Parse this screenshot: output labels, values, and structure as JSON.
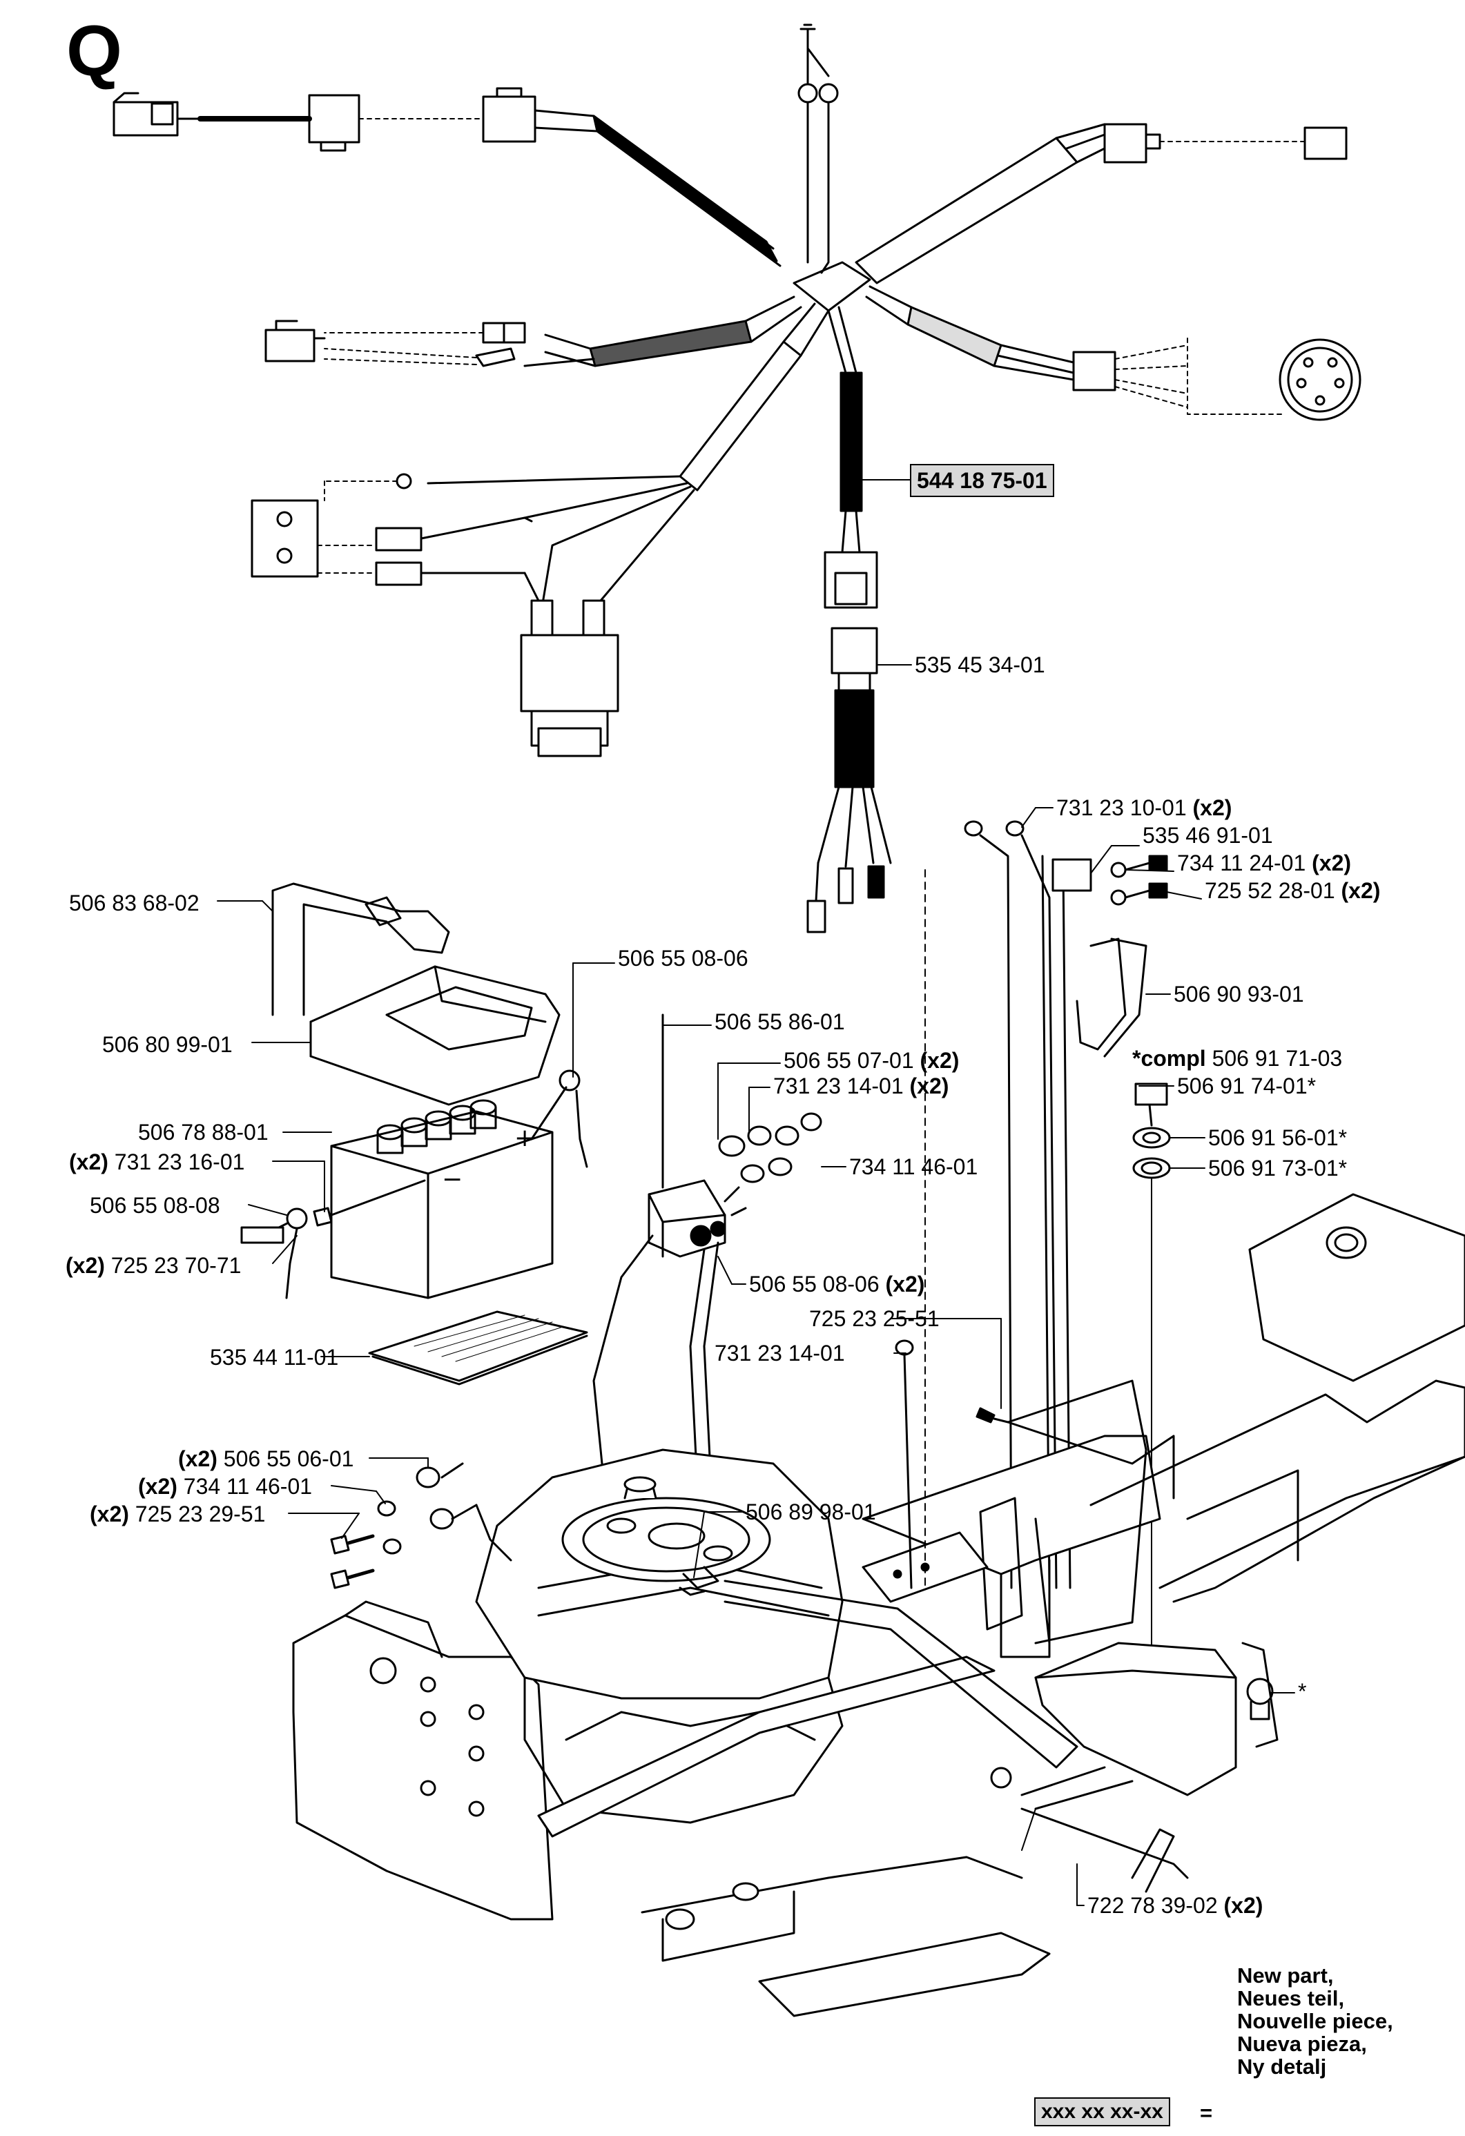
{
  "page_letter": "Q",
  "highlighted_part": "544 18 75-01",
  "parts": [
    {
      "id": "p1",
      "number": "535 45 34-01",
      "qty": ""
    },
    {
      "id": "p2",
      "number": "731 23 10-01",
      "qty": "(x2)"
    },
    {
      "id": "p3",
      "number": "535 46 91-01",
      "qty": ""
    },
    {
      "id": "p4",
      "number": "734 11 24-01",
      "qty": "(x2)"
    },
    {
      "id": "p5",
      "number": "725 52 28-01",
      "qty": "(x2)"
    },
    {
      "id": "p6",
      "number": "506 83 68-02",
      "qty": ""
    },
    {
      "id": "p7",
      "number": "506 55 08-06",
      "qty": ""
    },
    {
      "id": "p8",
      "number": "506 90 93-01",
      "qty": ""
    },
    {
      "id": "p9",
      "number": "506 55 86-01",
      "qty": ""
    },
    {
      "id": "p10",
      "number": "506 80 99-01",
      "qty": ""
    },
    {
      "id": "p11",
      "number": "506 55 07-01",
      "qty": "(x2)"
    },
    {
      "id": "p12",
      "number": "731 23 14-01",
      "qty": "(x2)"
    },
    {
      "id": "p13",
      "number": "506 78 88-01",
      "qty": ""
    },
    {
      "id": "p14",
      "number": "731 23 16-01",
      "qty": "(x2)"
    },
    {
      "id": "p15",
      "number": "734 11 46-01",
      "qty": ""
    },
    {
      "id": "p16",
      "number": "506 55 08-08",
      "qty": ""
    },
    {
      "id": "p17",
      "number": "725 23 70-71",
      "qty": "(x2)"
    },
    {
      "id": "p18",
      "number": "506 55 08-06",
      "qty": "(x2)"
    },
    {
      "id": "p19",
      "number": "725 23 25-51",
      "qty": ""
    },
    {
      "id": "p20",
      "number": "535 44 11-01",
      "qty": ""
    },
    {
      "id": "p21",
      "number": "731 23 14-01",
      "qty": ""
    },
    {
      "id": "p22",
      "number": "506 55 06-01",
      "qty": "(x2)"
    },
    {
      "id": "p23",
      "number": "734 11 46-01",
      "qty": "(x2)"
    },
    {
      "id": "p24",
      "number": "725 23 29-51",
      "qty": "(x2)"
    },
    {
      "id": "p25",
      "number": "506 89 98-01",
      "qty": ""
    },
    {
      "id": "p26",
      "number": "722 78 39-02",
      "qty": "(x2)"
    },
    {
      "id": "p27",
      "number": "506 91 74-01*",
      "qty": ""
    },
    {
      "id": "p28",
      "number": "506 91 56-01*",
      "qty": ""
    },
    {
      "id": "p29",
      "number": "506 91 73-01*",
      "qty": ""
    }
  ],
  "kit": {
    "prefix": "*compl",
    "number": "506 91 71-03"
  },
  "star_mark": "*",
  "legend": {
    "lines": [
      "New part,",
      "Neues teil,",
      "Nouvelle piece,",
      "Nueva pieza,",
      "Ny detalj"
    ],
    "box_text": "xxx xx xx-xx",
    "equals": "="
  }
}
